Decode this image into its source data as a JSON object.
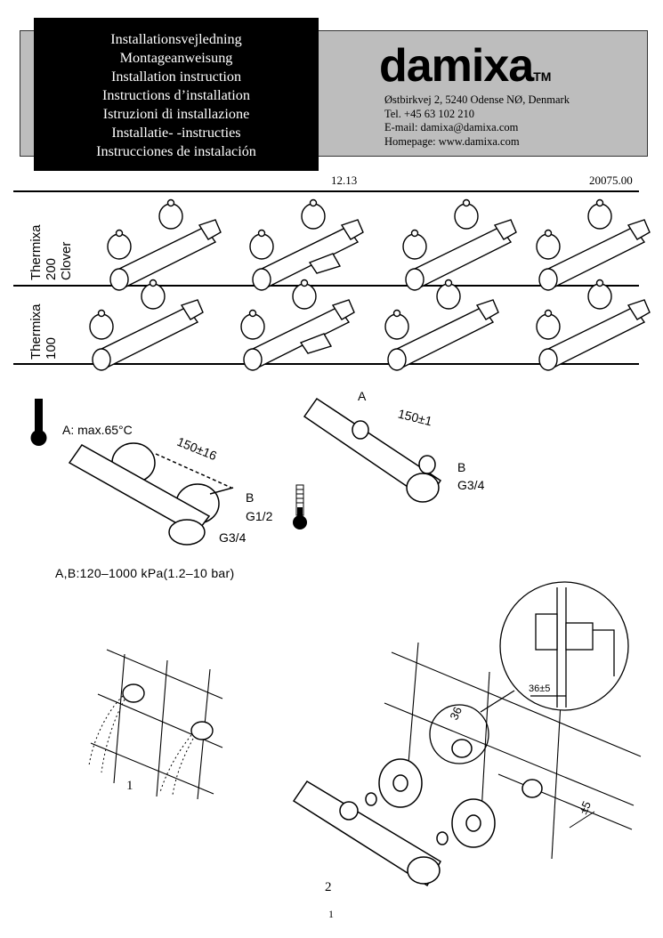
{
  "header": {
    "titles": [
      "Installationsvejledning",
      "Montageanweisung",
      "Installation instruction",
      "Instructions d’installation",
      "Istruzioni di installazione",
      "Installatie- -instructies",
      "Instrucciones de instalación"
    ],
    "brand": "damixa",
    "brand_tm": "TM",
    "contact": [
      "Østbirkvej 2, 5240 Odense NØ, Denmark",
      "Tel. +45 63 102 210",
      "E-mail: damixa@damixa.com",
      "Homepage: www.damixa.com"
    ],
    "date": "12.13",
    "doc_number": "20075.00"
  },
  "models": {
    "row1": [
      "Thermixa",
      "200",
      "Clover"
    ],
    "row2": [
      "Thermixa",
      "100"
    ]
  },
  "diagram1": {
    "temp_label": "A:  max.65°C",
    "dim": "150±16",
    "b": "B",
    "g_inlet": "G1/2",
    "g_outlet": "G3/4"
  },
  "diagram2": {
    "a": "A",
    "dim": "150±1",
    "b": "B",
    "g_outlet": "G3/4"
  },
  "pressure": "A,B:120–1000  kPa(1.2–10  bar)",
  "install": {
    "step1": "1",
    "step2": "2",
    "dim_36": "36",
    "dim_36_5": "36±5",
    "dim_5": "±5"
  },
  "page_number": "1"
}
